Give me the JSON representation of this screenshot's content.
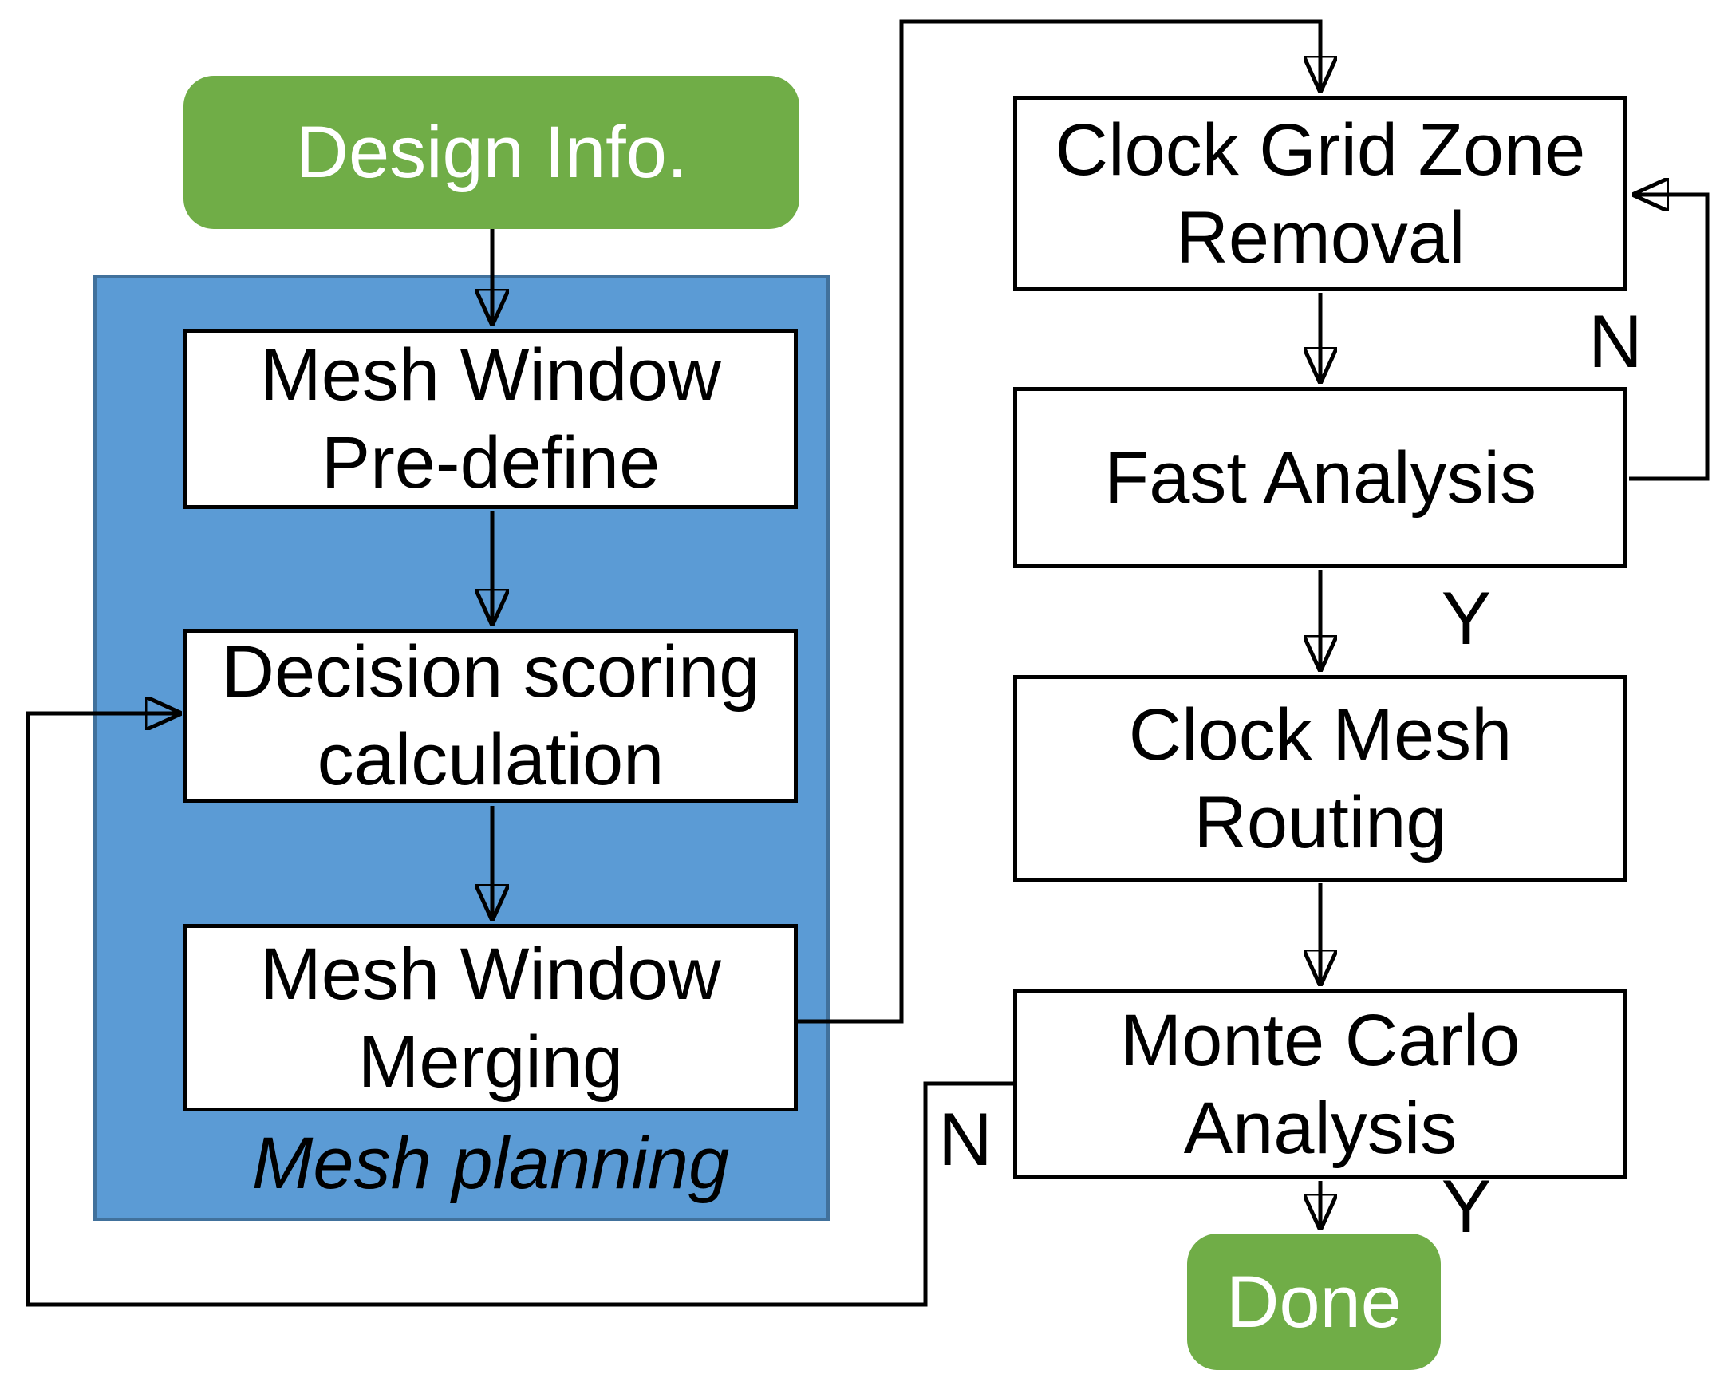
{
  "colors": {
    "terminal_green": "#70AD47",
    "group_blue_fill": "#5B9BD5",
    "group_blue_border": "#41719C",
    "connector_black": "#000000"
  },
  "flowchart": {
    "nodes": {
      "design_info": {
        "lines": [
          "Design Info."
        ]
      },
      "mesh_window_predefine": {
        "lines": [
          "Mesh Window",
          "Pre-define"
        ]
      },
      "decision_scoring": {
        "lines": [
          "Decision scoring",
          "calculation"
        ]
      },
      "mesh_window_merging": {
        "lines": [
          "Mesh Window",
          "Merging"
        ]
      },
      "clock_grid_zone_removal": {
        "lines": [
          "Clock Grid Zone",
          "Removal"
        ]
      },
      "fast_analysis": {
        "lines": [
          "Fast Analysis"
        ]
      },
      "clock_mesh_routing": {
        "lines": [
          "Clock Mesh",
          "Routing"
        ]
      },
      "monte_carlo_analysis": {
        "lines": [
          "Monte Carlo",
          "Analysis"
        ]
      },
      "done": {
        "lines": [
          "Done"
        ]
      }
    },
    "group_label": "Mesh planning",
    "edge_labels": {
      "fast_analysis_no": "N",
      "fast_analysis_yes": "Y",
      "monte_carlo_no": "N",
      "monte_carlo_yes": "Y"
    }
  }
}
